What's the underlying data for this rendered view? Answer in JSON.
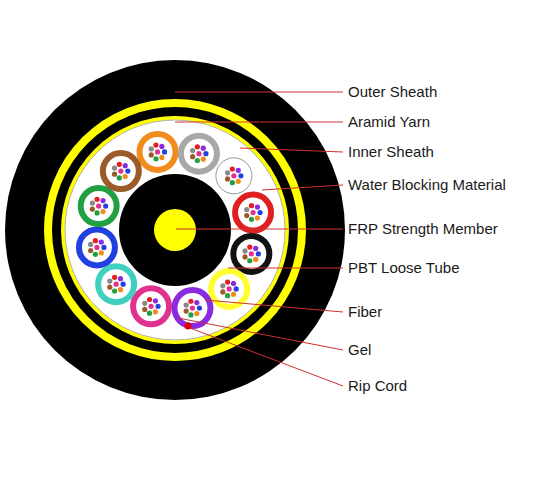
{
  "diagram": {
    "labels": [
      "Outer Sheath",
      "Aramid Yarn",
      "Inner Sheath",
      "Water Blocking Material",
      "FRP Strength Member",
      "PBT Loose Tube",
      "Fiber",
      "Gel",
      "Rip Cord"
    ]
  }
}
